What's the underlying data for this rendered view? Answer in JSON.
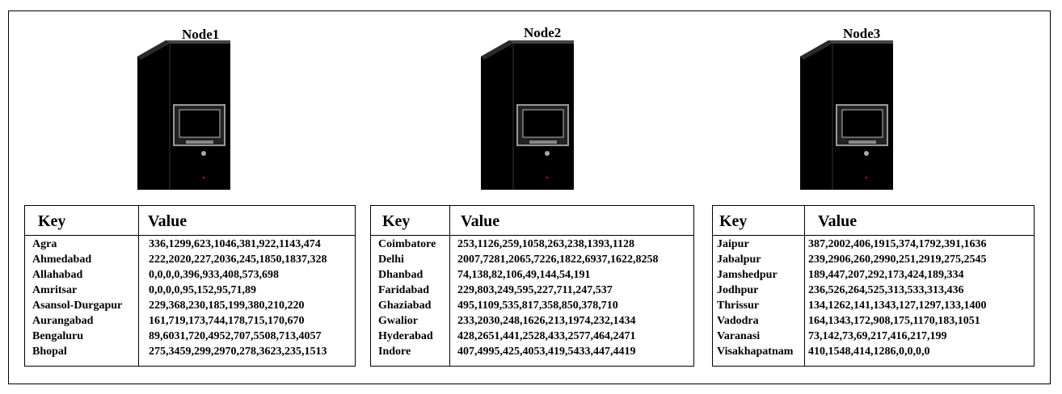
{
  "nodes": [
    {
      "label": "Node1",
      "key_header": "Key",
      "value_header": "Value",
      "rows": [
        {
          "key": "Agra",
          "value": "336,1299,623,1046,381,922,1143,474"
        },
        {
          "key": "Ahmedabad",
          "value": "222,2020,227,2036,245,1850,1837,328"
        },
        {
          "key": "Allahabad",
          "value": "0,0,0,0,396,933,408,573,698"
        },
        {
          "key": "Amritsar",
          "value": "0,0,0,0,95,152,95,71,89"
        },
        {
          "key": "Asansol-Durgapur",
          "value": "229,368,230,185,199,380,210,220"
        },
        {
          "key": "Aurangabad",
          "value": "161,719,173,744,178,715,170,670"
        },
        {
          "key": "Bengaluru",
          "value": "89,6031,720,4952,707,5508,713,4057"
        },
        {
          "key": "Bhopal",
          "value": "275,3459,299,2970,278,3623,235,1513"
        }
      ]
    },
    {
      "label": "Node2",
      "key_header": "Key",
      "value_header": "Value",
      "rows": [
        {
          "key": "Coimbatore",
          "value": "253,1126,259,1058,263,238,1393,1128"
        },
        {
          "key": "Delhi",
          "value": "2007,7281,2065,7226,1822,6937,1622,8258"
        },
        {
          "key": "Dhanbad",
          "value": "74,138,82,106,49,144,54,191"
        },
        {
          "key": "Faridabad",
          "value": "229,803,249,595,227,711,247,537"
        },
        {
          "key": "Ghaziabad",
          "value": "495,1109,535,817,358,850,378,710"
        },
        {
          "key": "Gwalior",
          "value": "233,2030,248,1626,213,1974,232,1434"
        },
        {
          "key": "Hyderabad",
          "value": "428,2651,441,2528,433,2577,464,2471"
        },
        {
          "key": "Indore",
          "value": "407,4995,425,4053,419,5433,447,4419"
        }
      ]
    },
    {
      "label": "Node3",
      "key_header": "Key",
      "value_header": "Value",
      "rows": [
        {
          "key": "Jaipur",
          "value": "387,2002,406,1915,374,1792,391,1636"
        },
        {
          "key": "Jabalpur",
          "value": "239,2906,260,2990,251,2919,275,2545"
        },
        {
          "key": "Jamshedpur",
          "value": "189,447,207,292,173,424,189,334"
        },
        {
          "key": "Jodhpur",
          "value": "236,526,264,525,313,533,313,436"
        },
        {
          "key": "Thrissur",
          "value": "134,1262,141,1343,127,1297,133,1400"
        },
        {
          "key": "Vadodra",
          "value": "164,1343,172,908,175,1170,183,1051"
        },
        {
          "key": "Varanasi",
          "value": "73,142,73,69,217,416,217,199"
        },
        {
          "key": "Visakhapatnam",
          "value": "410,1548,414,1286,0,0,0,0"
        }
      ]
    }
  ]
}
